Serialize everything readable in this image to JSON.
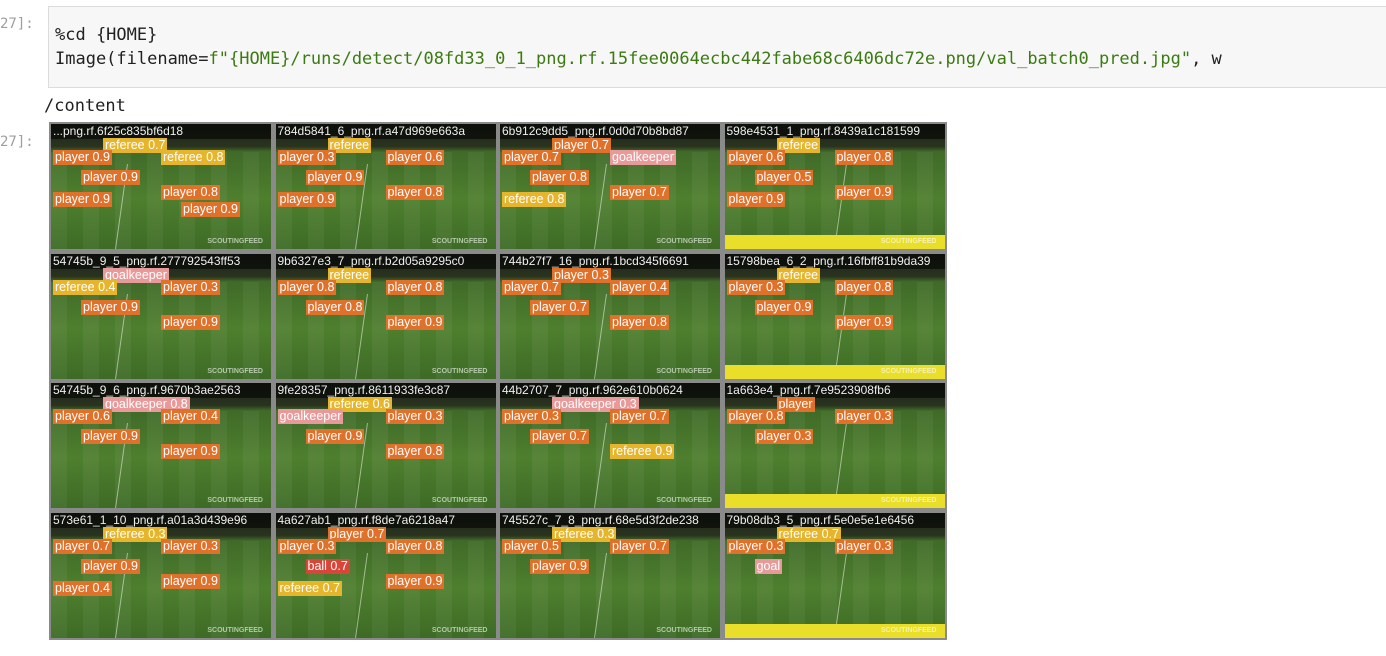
{
  "cell": {
    "prompt_in": "27]:",
    "prompt_out": "27]:",
    "line1": "%cd {HOME}",
    "line2_prefix": "Image(filename=",
    "line2_string": "f\"{HOME}/runs/detect/08fd33_0_1_png.rf.15fee0064ecbc442fabe68c6406dc72e.png/val_batch0_pred.jpg\"",
    "line2_suffix": ", w"
  },
  "output": {
    "text": "/content",
    "watermark": "SCOUTINGFEED",
    "colors": {
      "player": "#e0712a",
      "referee": "#e6b52c",
      "goalkeeper": "#e89a9a",
      "ball": "#d8463a"
    },
    "tiles": [
      {
        "title": "...png.rf.6f25c835bf6d18",
        "labels": [
          "referee 0.7",
          "player 0.9",
          "referee 0.8",
          "player 0.9",
          "player 0.8",
          "player 0.9",
          "player 0.9"
        ],
        "banner": false
      },
      {
        "title": "784d5841_6_png.rf.a47d969e663a",
        "labels": [
          "referee",
          "player 0.3",
          "player 0.6",
          "player 0.9",
          "player 0.8",
          "player 0.9"
        ],
        "banner": false
      },
      {
        "title": "6b912c9dd5_png.rf.0d0d70b8bd87",
        "labels": [
          "player 0.7",
          "player 0.7",
          "goalkeeper",
          "player 0.8",
          "player 0.7",
          "referee 0.8"
        ],
        "banner": false
      },
      {
        "title": "598e4531_1_png.rf.8439a1c181599",
        "labels": [
          "referee",
          "player 0.6",
          "player 0.8",
          "player 0.5",
          "player 0.9",
          "player 0.9"
        ],
        "banner": true
      },
      {
        "title": "54745b_9_5_png.rf.277792543ff53",
        "labels": [
          "goalkeeper",
          "referee 0.4",
          "player 0.3",
          "player 0.9",
          "player 0.9"
        ],
        "banner": false
      },
      {
        "title": "9b6327e3_7_png.rf.b2d05a9295c0",
        "labels": [
          "referee",
          "player 0.8",
          "player 0.8",
          "player 0.8",
          "player 0.9"
        ],
        "banner": false
      },
      {
        "title": "744b27f7_16_png.rf.1bcd345f6691",
        "labels": [
          "player 0.3",
          "player 0.7",
          "player 0.4",
          "player 0.7",
          "player 0.8"
        ],
        "banner": false
      },
      {
        "title": "15798bea_6_2_png.rf.16fbff81b9da39",
        "labels": [
          "referee",
          "player 0.3",
          "player 0.8",
          "player 0.9",
          "player 0.9"
        ],
        "banner": true
      },
      {
        "title": "54745b_9_6_png.rf.9670b3ae2563",
        "labels": [
          "goalkeeper 0.8",
          "player 0.6",
          "player 0.4",
          "player 0.9",
          "player 0.9"
        ],
        "banner": false
      },
      {
        "title": "9fe28357_png.rf.8611933fe3c87",
        "labels": [
          "referee 0.6",
          "goalkeeper",
          "player 0.3",
          "player 0.9",
          "player 0.8"
        ],
        "banner": false
      },
      {
        "title": "44b2707_7_png.rf.962e610b0624",
        "labels": [
          "goalkeeper 0.3",
          "player 0.3",
          "player 0.7",
          "player 0.7",
          "referee 0.9"
        ],
        "banner": false
      },
      {
        "title": "1a663e4_png.rf.7e9523908fb6",
        "labels": [
          "player",
          "player 0.8",
          "player 0.3",
          "player 0.3"
        ],
        "banner": true
      },
      {
        "title": "573e61_1_10_png.rf.a01a3d439e96",
        "labels": [
          "referee 0.3",
          "player 0.7",
          "player 0.3",
          "player 0.9",
          "player 0.9",
          "player 0.4"
        ],
        "banner": false
      },
      {
        "title": "4a627ab1_png.rf.f8de7a6218a47",
        "labels": [
          "player 0.7",
          "player 0.3",
          "player 0.8",
          "ball 0.7",
          "player 0.9",
          "referee 0.7"
        ],
        "banner": false
      },
      {
        "title": "745527c_7_8_png.rf.68e5d3f2de238",
        "labels": [
          "referee 0.3",
          "player 0.5",
          "player 0.7",
          "player 0.9"
        ],
        "banner": false
      },
      {
        "title": "79b08db3_5_png.rf.5e0e5e1e6456",
        "labels": [
          "referee 0.7",
          "player 0.3",
          "player 0.3",
          "goal"
        ],
        "banner": true
      }
    ]
  }
}
